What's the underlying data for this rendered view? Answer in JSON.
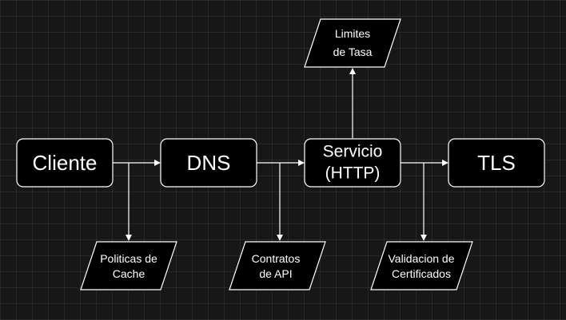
{
  "nodes": {
    "cliente": "Cliente",
    "dns": "DNS",
    "servicio_line1": "Servicio",
    "servicio_line2": "(HTTP)",
    "tls": "TLS"
  },
  "annotations": {
    "limites_line1": "Limites",
    "limites_line2": "de Tasa",
    "politicas_line1": "Politicas de",
    "politicas_line2": "Cache",
    "contratos_line1": "Contratos",
    "contratos_line2": "de API",
    "validacion_line1": "Validacion de",
    "validacion_line2": "Certificados"
  },
  "colors": {
    "background": "#171717",
    "node_fill": "#000000",
    "stroke": "#ffffff"
  }
}
